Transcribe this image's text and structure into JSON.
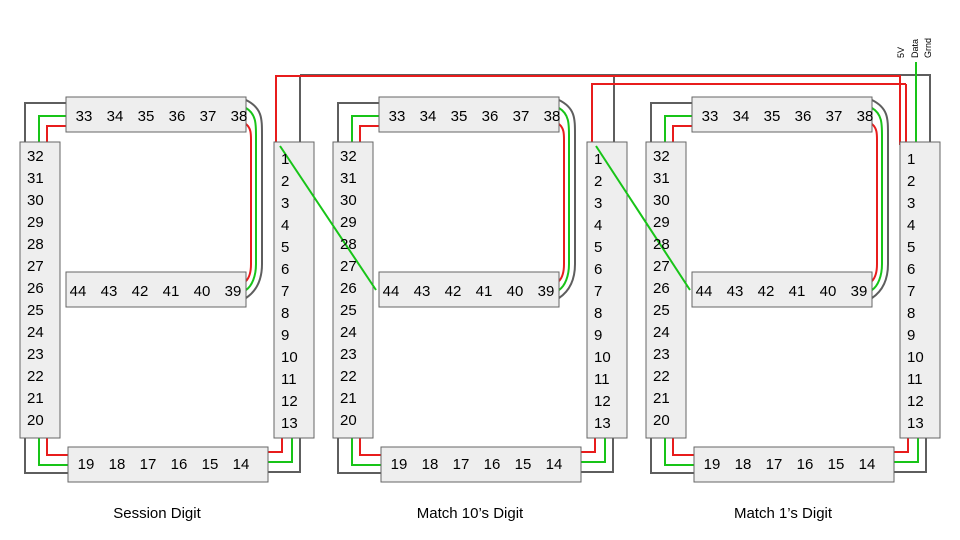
{
  "digits": [
    {
      "caption": "Session Digit",
      "top_row": [
        "33",
        "34",
        "35",
        "36",
        "37",
        "38"
      ],
      "middle_row": [
        "44",
        "43",
        "42",
        "41",
        "40",
        "39"
      ],
      "bottom_row": [
        "19",
        "18",
        "17",
        "16",
        "15",
        "14"
      ],
      "left_column": [
        "32",
        "31",
        "30",
        "29",
        "28",
        "27",
        "26",
        "25",
        "24",
        "23",
        "22",
        "21",
        "20"
      ],
      "right_column": [
        "1",
        "2",
        "3",
        "4",
        "5",
        "6",
        "7",
        "8",
        "9",
        "10",
        "11",
        "12",
        "13"
      ]
    },
    {
      "caption": "Match 10’s Digit",
      "top_row": [
        "33",
        "34",
        "35",
        "36",
        "37",
        "38"
      ],
      "middle_row": [
        "44",
        "43",
        "42",
        "41",
        "40",
        "39"
      ],
      "bottom_row": [
        "19",
        "18",
        "17",
        "16",
        "15",
        "14"
      ],
      "left_column": [
        "32",
        "31",
        "30",
        "29",
        "28",
        "27",
        "26",
        "25",
        "24",
        "23",
        "22",
        "21",
        "20"
      ],
      "right_column": [
        "1",
        "2",
        "3",
        "4",
        "5",
        "6",
        "7",
        "8",
        "9",
        "10",
        "11",
        "12",
        "13"
      ]
    },
    {
      "caption": "Match 1’s Digit",
      "top_row": [
        "33",
        "34",
        "35",
        "36",
        "37",
        "38"
      ],
      "middle_row": [
        "44",
        "43",
        "42",
        "41",
        "40",
        "39"
      ],
      "bottom_row": [
        "19",
        "18",
        "17",
        "16",
        "15",
        "14"
      ],
      "left_column": [
        "32",
        "31",
        "30",
        "29",
        "28",
        "27",
        "26",
        "25",
        "24",
        "23",
        "22",
        "21",
        "20"
      ],
      "right_column": [
        "1",
        "2",
        "3",
        "4",
        "5",
        "6",
        "7",
        "8",
        "9",
        "10",
        "11",
        "12",
        "13"
      ]
    }
  ],
  "bus_labels": [
    "5V",
    "Data",
    "Grnd"
  ],
  "wire_colors": {
    "power": "#e81c1c",
    "data": "#18c418",
    "ground": "#5e5e5e"
  }
}
